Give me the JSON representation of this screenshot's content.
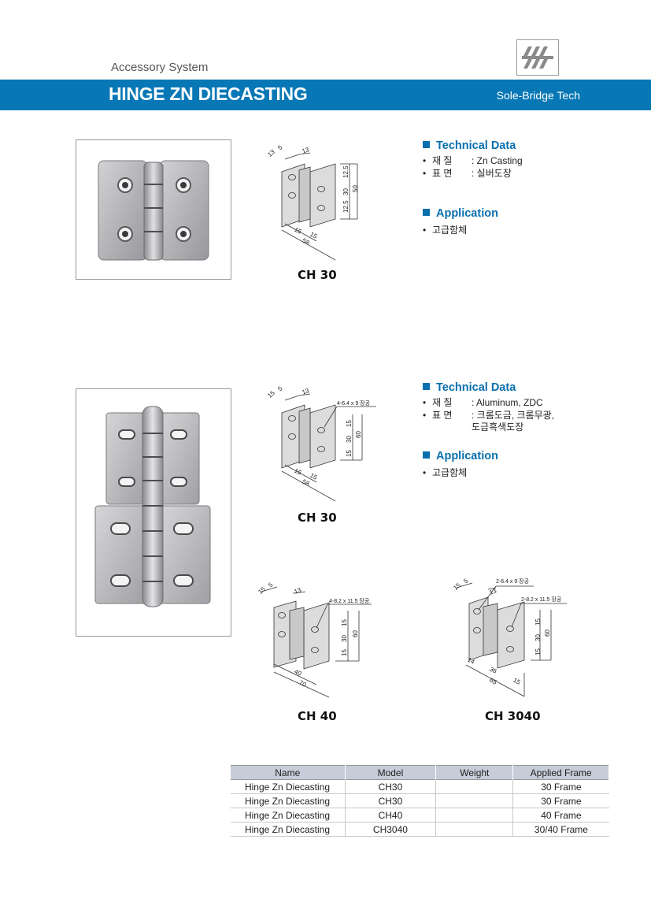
{
  "header": {
    "subtitle": "Accessory System",
    "title": "HINGE ZN DIECASTING",
    "brand": "Sole-Bridge Tech"
  },
  "products": [
    {
      "label": "CH 30",
      "technical_heading": "Technical Data",
      "material_key": "재       질",
      "material_value": "Zn Casting",
      "surface_key": "표       면",
      "surface_value": "실버도장",
      "application_heading": "Application",
      "application_value": "고급함체",
      "dims": {
        "d1": "13",
        "d2": "5",
        "d3": "13",
        "d4": "12.5",
        "d5": "30",
        "d6": "12.5",
        "d7": "50",
        "d8": "15",
        "d9": "15",
        "d10": "58"
      }
    },
    {
      "label": "CH 30",
      "technical_heading": "Technical Data",
      "material_key": "재       질",
      "material_value": "Aluminum,  ZDC",
      "surface_key": "표       면",
      "surface_value": "크롬도금,  크롬무광,",
      "surface_value2": "도금흑색도장",
      "application_heading": "Application",
      "application_value": "고급함체",
      "dims": {
        "d1": "15",
        "d2": "5",
        "d3": "13",
        "hole": "4-6.4 x 9 장공",
        "d4": "15",
        "d5": "30",
        "d6": "15",
        "d7": "60",
        "d8": "15",
        "d9": "15",
        "d10": "58"
      }
    }
  ],
  "ch40": {
    "label": "CH 40",
    "dims": {
      "d1": "15",
      "d2": "5",
      "d3": "13",
      "hole": "4-8.2 x 11.5 장공",
      "d4": "15",
      "d5": "30",
      "d6": "15",
      "d7": "60",
      "d8": "40",
      "d10": "70"
    }
  },
  "ch3040": {
    "label": "CH 3040",
    "dims": {
      "d1": "15",
      "d2": "5",
      "d3": "13",
      "hole1": "2-6.4 x 9 장공",
      "hole2": "2-8.2 x 11.5 장공",
      "d4": "15",
      "d5": "30",
      "d6": "15",
      "d7": "60",
      "d8": "14",
      "d9": "36",
      "d10": "65",
      "d11": "15"
    }
  },
  "table": {
    "headers": [
      "Name",
      "Model",
      "Weight",
      "Applied Frame"
    ],
    "rows": [
      [
        "Hinge Zn Diecasting",
        "CH30",
        "",
        "30 Frame"
      ],
      [
        "Hinge Zn Diecasting",
        "CH30",
        "",
        "30 Frame"
      ],
      [
        "Hinge Zn Diecasting",
        "CH40",
        "",
        "40 Frame"
      ],
      [
        "Hinge Zn Diecasting",
        "CH3040",
        "",
        "30/40 Frame"
      ]
    ]
  },
  "colors": {
    "accent": "#0777b5",
    "heading": "#0a6fae",
    "table_header": "#c6ccd8"
  }
}
